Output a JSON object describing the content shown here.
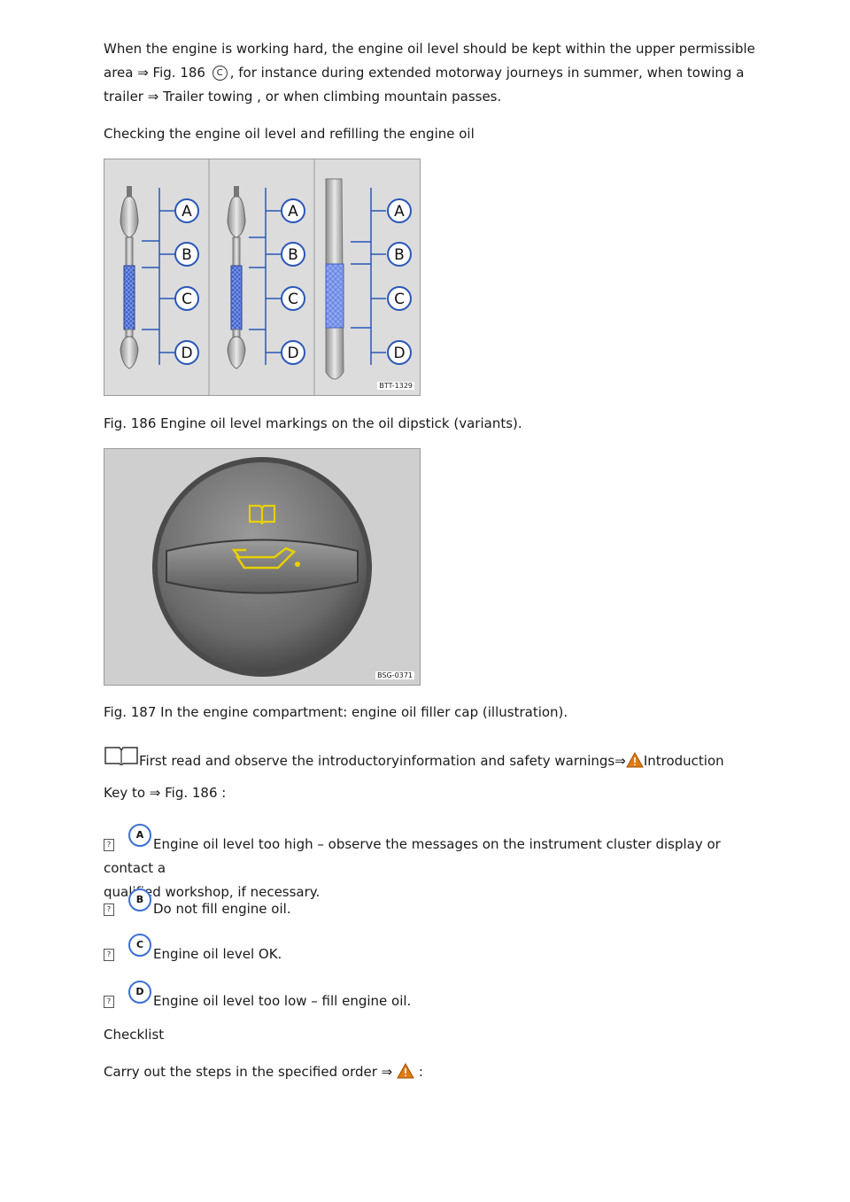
{
  "para1_a": "When the engine is working hard, the engine oil level should be kept within the upper permissible",
  "para1_b": "area ⇒ Fig. 186",
  "para1_c_symbol": "C",
  "para1_d": ", for instance during extended motorway journeys in summer, when towing a",
  "para1_e": "trailer ⇒ Trailer towing , or when climbing mountain passes.",
  "heading1": "Checking the engine oil level and refilling the engine oil",
  "fig186": {
    "code": "BTT-1329",
    "labels": [
      "A",
      "B",
      "C",
      "D"
    ],
    "caption": "Fig. 186 Engine oil level markings on the oil dipstick (variants)."
  },
  "fig187": {
    "code": "BSG-0371",
    "caption": "Fig. 187 In the engine compartment: engine oil filler cap (illustration)."
  },
  "intro_text": "First read and observe the introductoryinformation and safety warnings⇒",
  "intro_link": "Introduction",
  "key_to": "Key to ⇒ Fig. 186 :",
  "items": [
    {
      "letter": "A",
      "text": "Engine oil level too high – observe the messages on the instrument cluster display or contact a",
      "text2": "qualified workshop, if necessary."
    },
    {
      "letter": "B",
      "text": "Do not fill engine oil."
    },
    {
      "letter": "C",
      "text": "Engine oil level OK."
    },
    {
      "letter": "D",
      "text": "Engine oil level too low – fill engine oil."
    }
  ],
  "bullet_glyph": "?",
  "checklist": "Checklist",
  "carry_out": "Carry out the steps in the specified order ⇒",
  "carry_out_end": ":",
  "colors": {
    "accent_blue": "#3b6fd6",
    "warning_orange": "#e07b12",
    "oil_yellow": "#e8d000"
  }
}
